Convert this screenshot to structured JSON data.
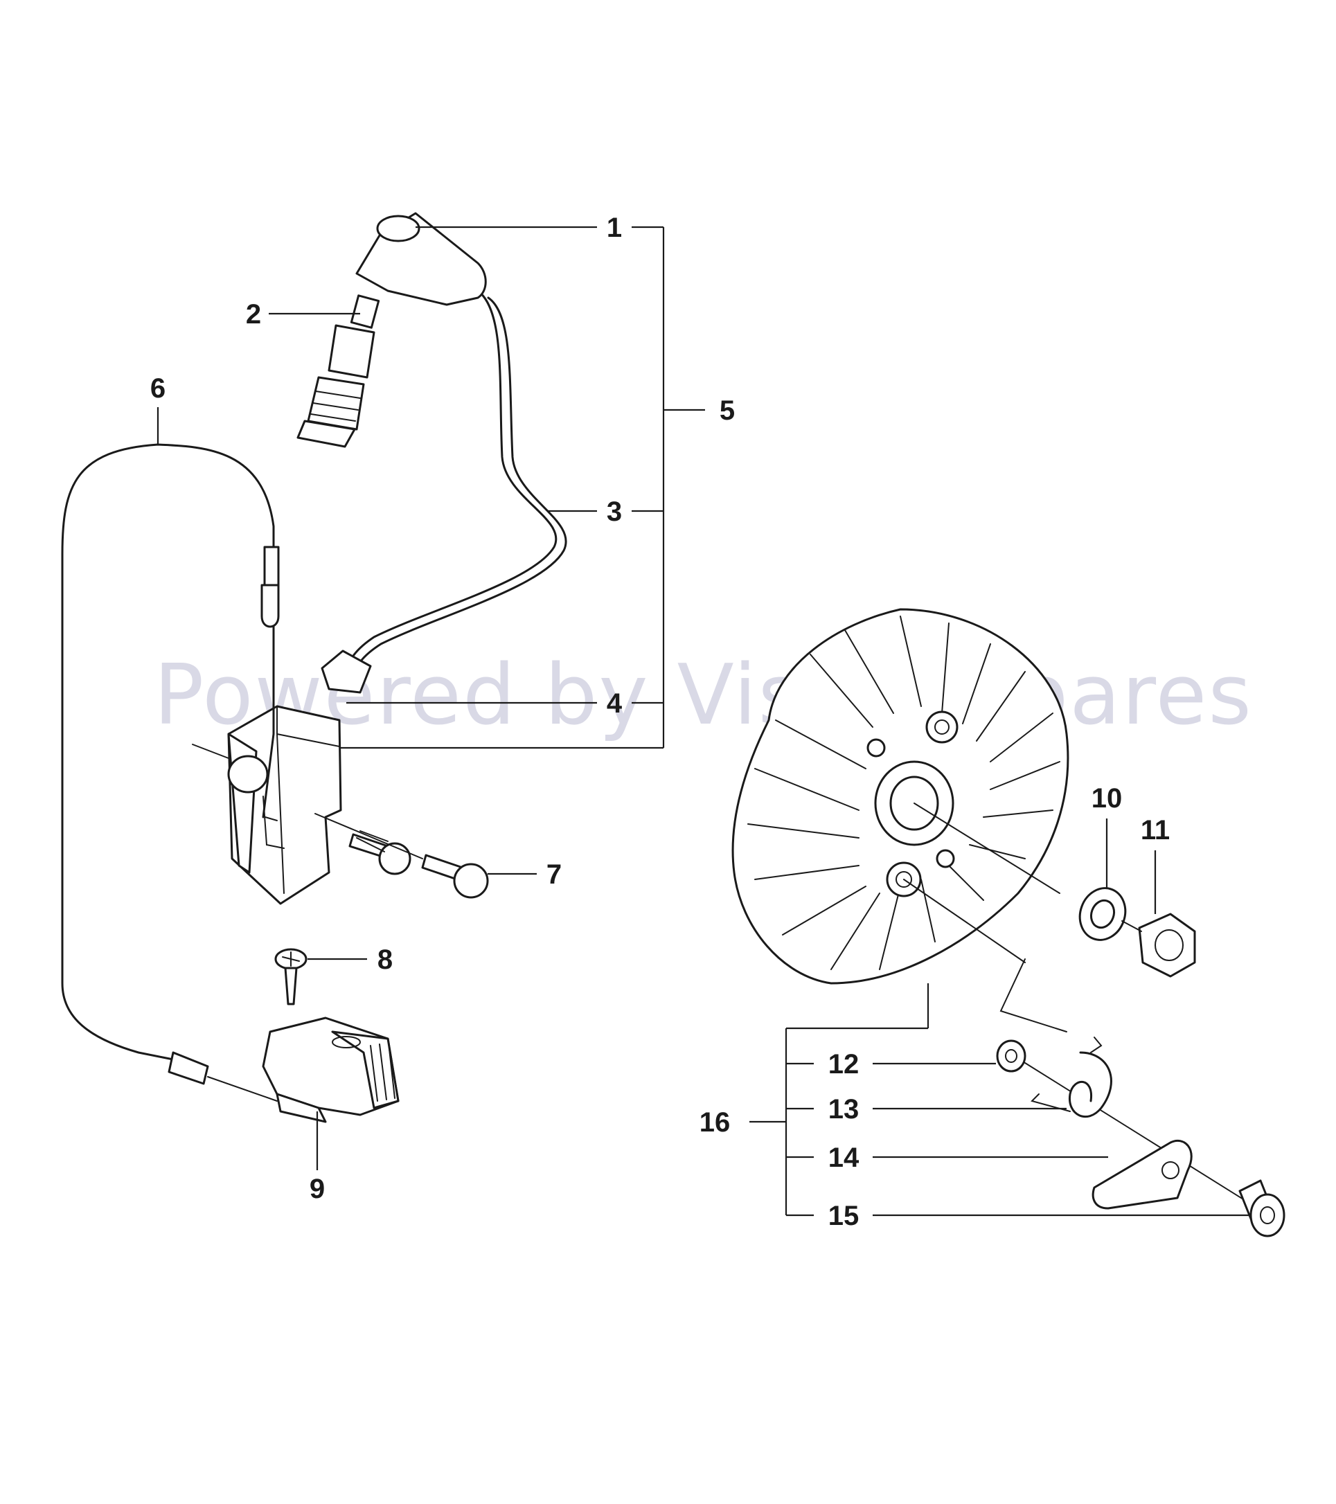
{
  "watermark": "Powered by Vision Spares",
  "callouts": {
    "c1": "1",
    "c2": "2",
    "c3": "3",
    "c4": "4",
    "c5": "5",
    "c6": "6",
    "c7": "7",
    "c8": "8",
    "c9": "9",
    "c10": "10",
    "c11": "11",
    "c12": "12",
    "c13": "13",
    "c14": "14",
    "c15": "15",
    "c16": "16"
  }
}
